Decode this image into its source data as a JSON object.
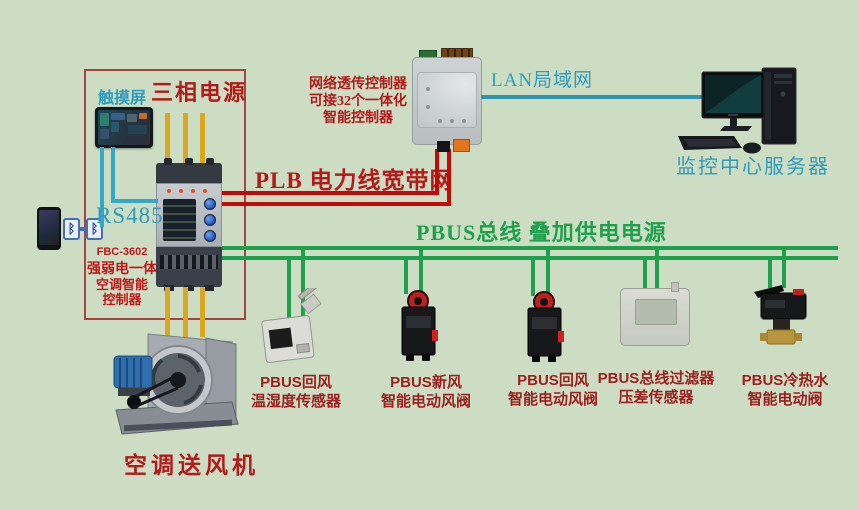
{
  "colors": {
    "background": "#cdddc3",
    "red_text": "#b31a1a",
    "red_line": "#c10b0b",
    "cyan_text": "#2e9cba",
    "green_line": "#1fa04d",
    "yellow_line": "#d9a81f",
    "device_label_red": "#9c2020"
  },
  "left": {
    "touchscreen_label": "触摸屏",
    "three_phase_label": "三相电源",
    "rs485_label": "RS485",
    "bt_glyph": "ᛒ",
    "controller_model": "FBC-3602",
    "controller_desc1": "强弱电一体",
    "controller_desc2": "空调智能",
    "controller_desc3": "控制器"
  },
  "net": {
    "plb_label": "PLB 电力线宽带网",
    "gateway_line1": "网络透传控制器",
    "gateway_line2": "可接32个一体化",
    "gateway_line3": "智能控制器",
    "lan_label": "LAN局域网",
    "server_label": "监控中心服务器"
  },
  "bus": {
    "pbus_label": "PBUS总线 叠加供电电源"
  },
  "fan": {
    "label": "空调送风机"
  },
  "devices": [
    {
      "prefix": "PBUS",
      "line1": "回风",
      "line2": "温湿度传感器"
    },
    {
      "prefix": "PBUS",
      "line1": "新风",
      "line2": "智能电动风阀"
    },
    {
      "prefix": "PBUS",
      "line1": "回风",
      "line2": "智能电动风阀"
    },
    {
      "prefix": "PBUS",
      "line1": "总线过滤器",
      "line2": "压差传感器"
    },
    {
      "prefix": "PBUS",
      "line1": "冷热水",
      "line2": "智能电动阀"
    }
  ]
}
